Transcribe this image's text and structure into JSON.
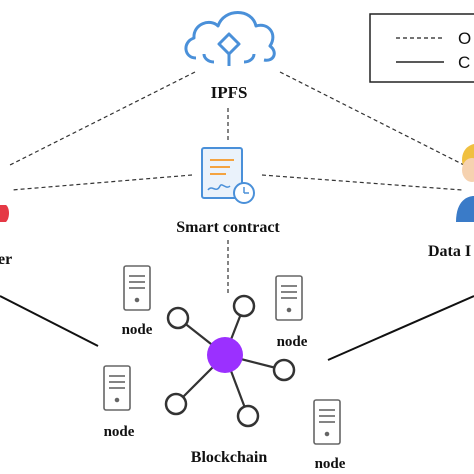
{
  "labels": {
    "ipfs": "IPFS",
    "smart_contract": "Smart contract",
    "data_owner": "er",
    "data_user": "Data I",
    "blockchain": "Blockchain",
    "node": "node"
  },
  "legend": {
    "dashed_text": "O",
    "solid_text": "C"
  },
  "icons": {
    "cloud": "cloud-icon",
    "contract": "contract-document-icon",
    "person": "person-icon",
    "server": "server-icon",
    "network_hub": "network-hub-icon"
  },
  "colors": {
    "cloud": "#4a90d9",
    "hub": "#9b30ff",
    "contract_blue": "#4a90d9",
    "contract_orange": "#f4a340",
    "person_hair": "#f0c040",
    "person_body": "#3a7bc8",
    "owner_red": "#e53945",
    "line": "#222222",
    "server": "#666666"
  }
}
